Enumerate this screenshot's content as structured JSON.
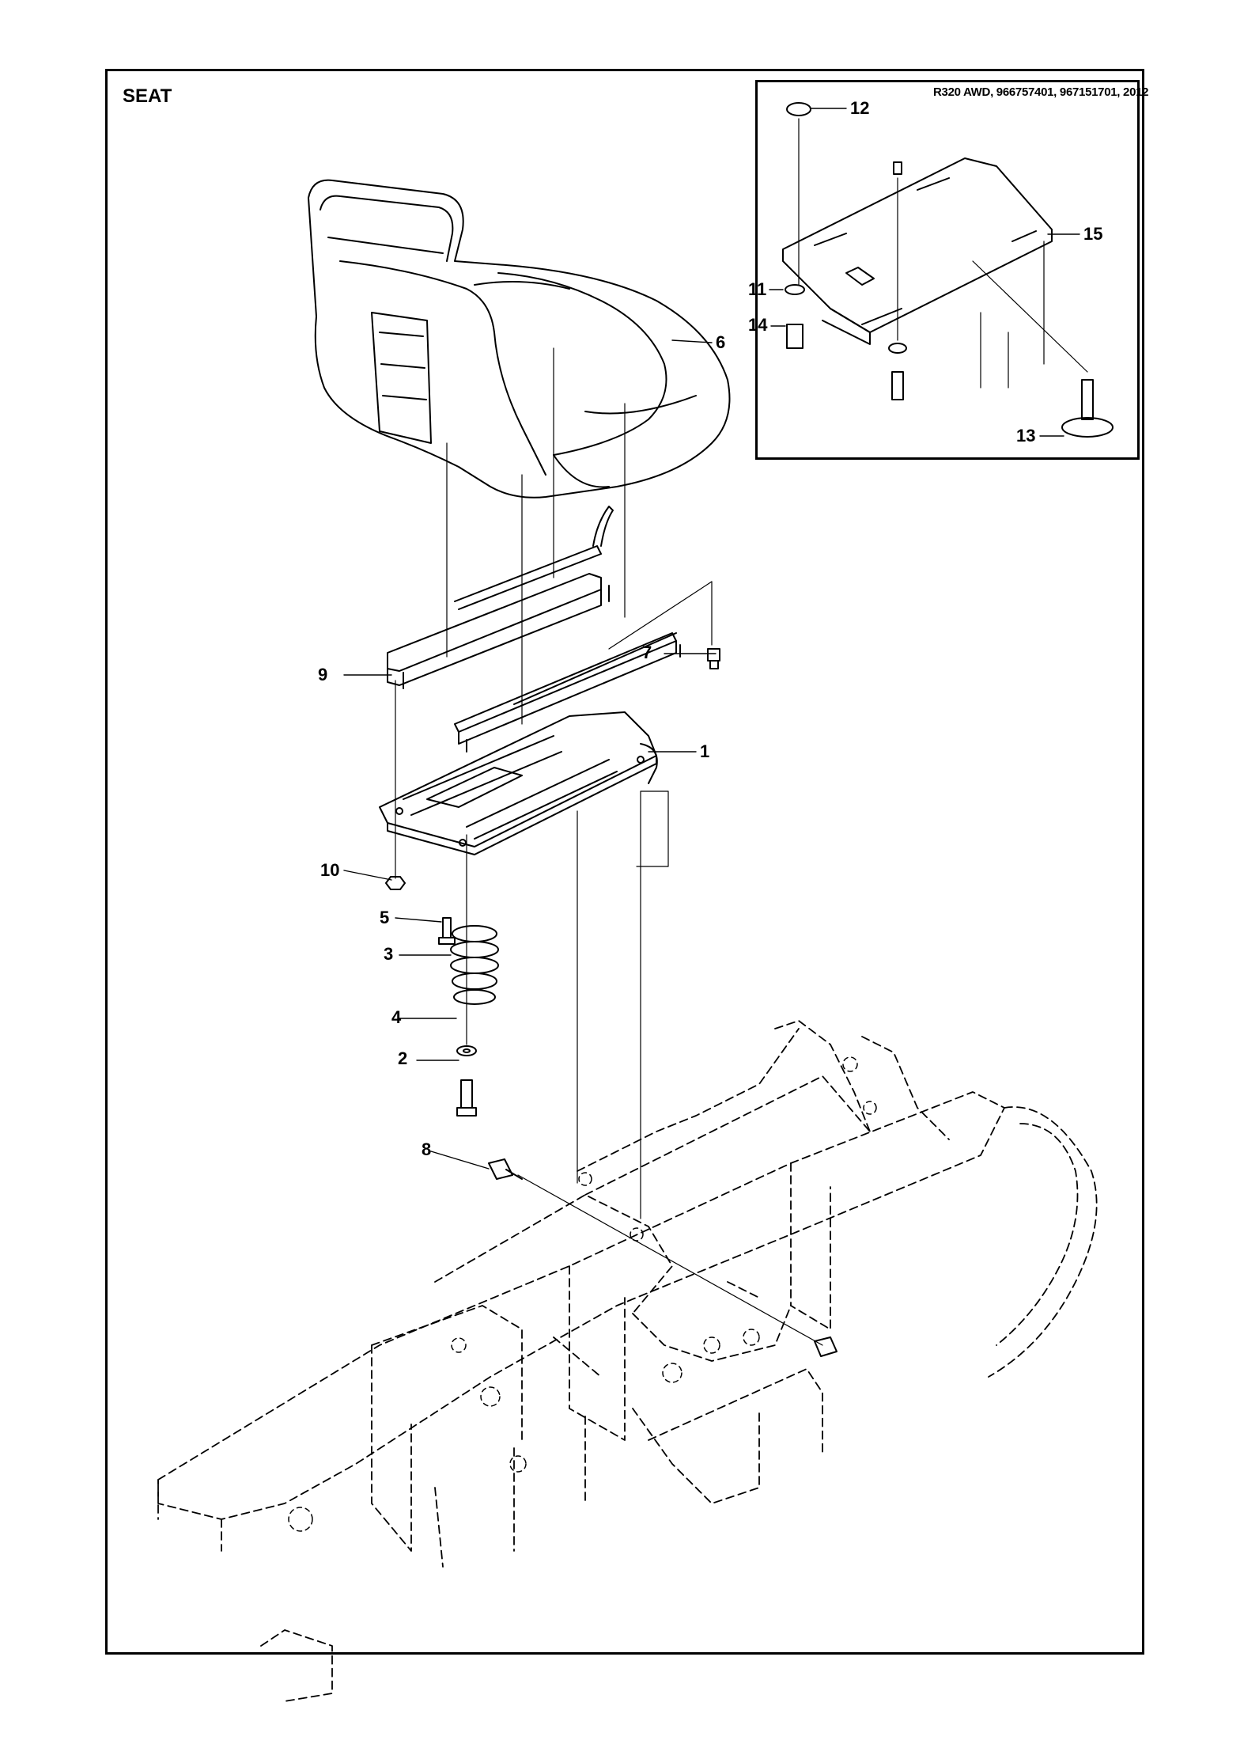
{
  "diagram": {
    "title": "SEAT",
    "inset_title": "R320 AWD, 966757401, 967151701, 2012",
    "callouts": [
      "1",
      "2",
      "3",
      "4",
      "5",
      "6",
      "7",
      "8",
      "9",
      "10",
      "11",
      "12",
      "13",
      "14",
      "15"
    ]
  }
}
